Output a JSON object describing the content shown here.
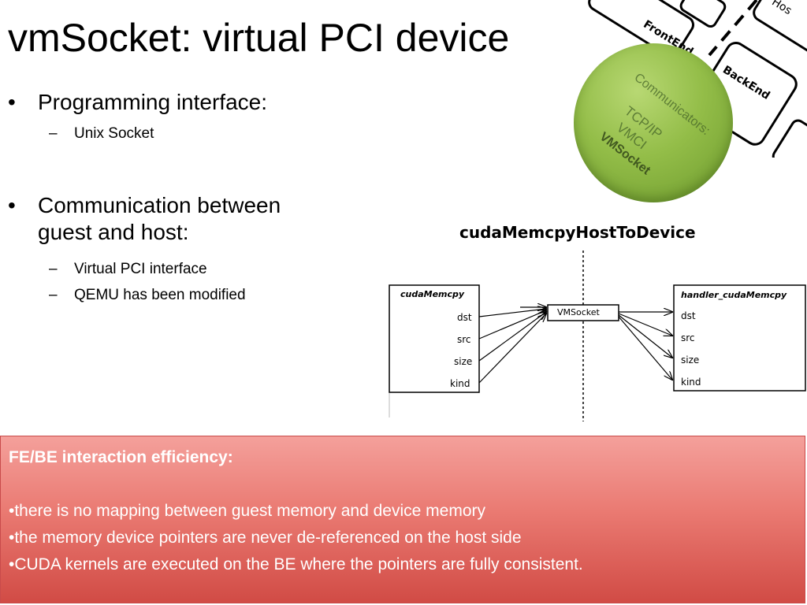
{
  "slide": {
    "title": "vmSocket: virtual PCI device",
    "bullets": [
      {
        "text": "Programming interface:",
        "subs": [
          "Unix Socket"
        ]
      },
      {
        "text": "Communication between guest and host:",
        "subs": [
          "Virtual PCI interface",
          "QEMU has been modified"
        ]
      }
    ]
  },
  "top_diagram": {
    "boxes": [
      "FrontEnd",
      "BackEnd",
      "Hos"
    ],
    "circle_lines": [
      "Communicators:",
      "TCP/IP",
      "VMCI",
      "VMSocket"
    ],
    "circle_color": "#93bd48"
  },
  "seq_diagram": {
    "title": "cudaMemcpyHostToDevice",
    "left_box": {
      "title": "cudaMemcpy",
      "fields": [
        "dst",
        "src",
        "size",
        "kind"
      ]
    },
    "middle_box": "VMSocket",
    "right_box": {
      "title": "handler_cudaMemcpy",
      "fields": [
        "dst",
        "src",
        "size",
        "kind"
      ]
    }
  },
  "callout": {
    "heading": "FE/BE interaction efficiency:",
    "items": [
      "•there is no mapping between guest memory and device memory",
      "•the memory device pointers are never de-referenced on the host side",
      "•CUDA kernels are executed on the BE where the pointers are fully consistent."
    ],
    "color": "#ea7a72"
  }
}
